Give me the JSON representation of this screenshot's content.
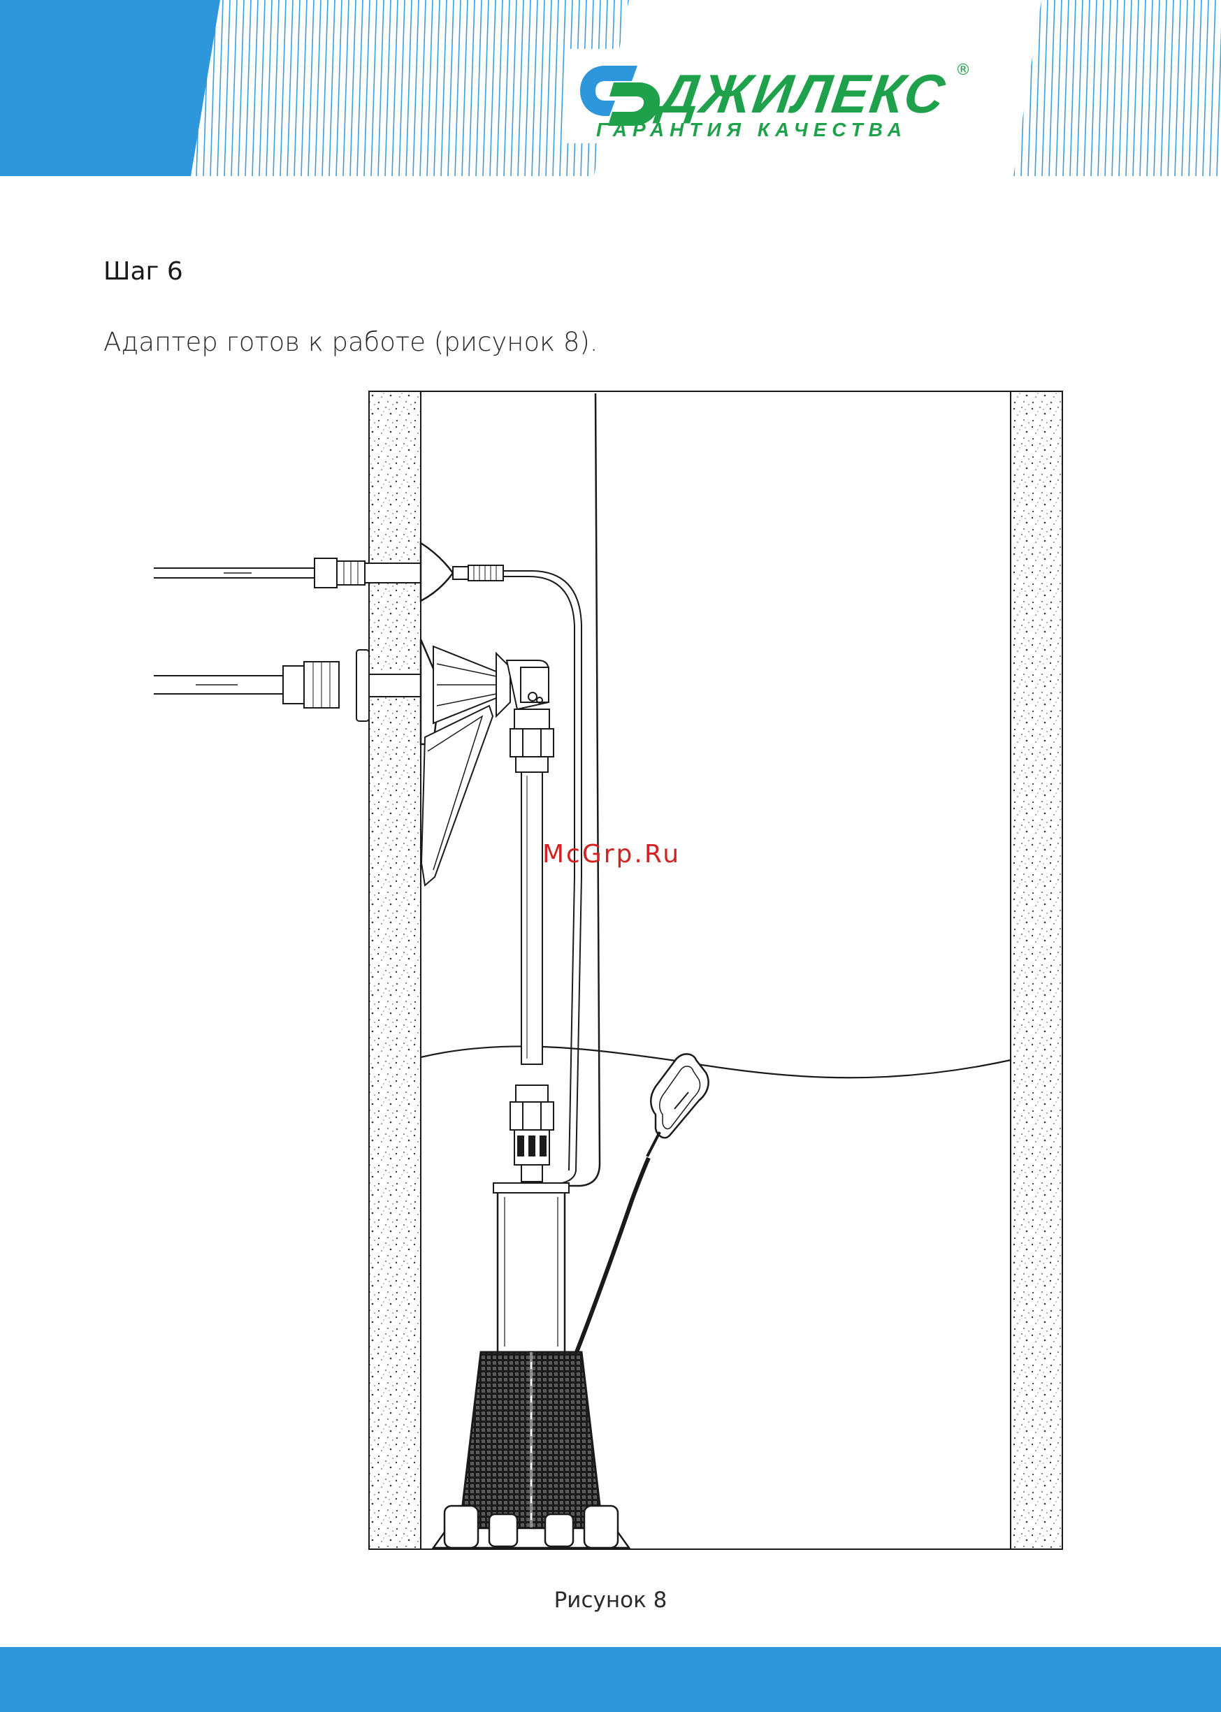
{
  "header": {
    "logo_name": "ДЖИЛЕКС",
    "logo_registered": "®",
    "tagline": "ГАРАНТИЯ КАЧЕСТВА",
    "brand_green": "#1ea14a",
    "brand_blue": "#2e96db"
  },
  "content": {
    "step_title": "Шаг 6",
    "step_text": "Адаптер готов к работе (рисунок 8).",
    "watermark": "McGrp.Ru",
    "figure_caption": "Рисунок 8"
  }
}
